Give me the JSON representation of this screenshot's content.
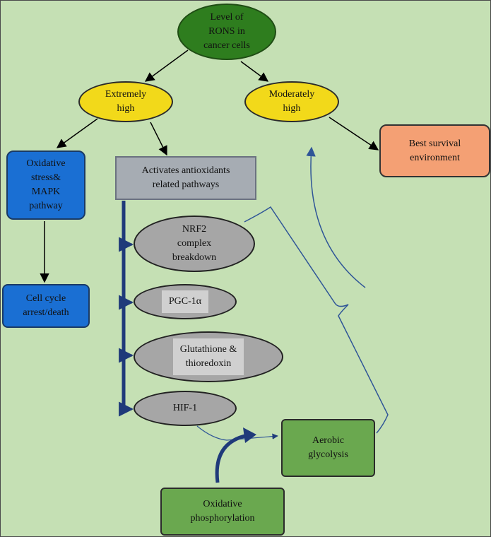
{
  "diagram": {
    "root": [
      "Level of",
      "RONS in",
      "cancer cells"
    ],
    "extremely_high": [
      "Extremely",
      "high"
    ],
    "moderately_high": [
      "Moderately",
      "high"
    ],
    "best_survival": [
      "Best survival",
      "environment"
    ],
    "oxidative_stress": [
      "Oxidative",
      "stress&",
      "MAPK",
      "pathway"
    ],
    "cell_cycle": [
      "Cell cycle",
      "arrest/death"
    ],
    "activates": [
      "Activates antioxidants",
      "related pathways"
    ],
    "nrf2": [
      "NRF2",
      "complex",
      "breakdown"
    ],
    "pgc": "PGC-1α",
    "glutathione": [
      "Glutathione &",
      "thioredoxin"
    ],
    "hif": "HIF-1",
    "aerobic": [
      "Aerobic",
      "glycolysis"
    ],
    "oxphos": [
      "Oxidative",
      "phosphorylation"
    ]
  },
  "colors": {
    "background": "#c5e0b4",
    "root_fill": "#2e7d1e",
    "yellow_fill": "#f2d91a",
    "orange_fill": "#f4a074",
    "blue_fill": "#1a6fd3",
    "grey_fill": "#a6a6a6",
    "green_fill": "#6aa84f",
    "navy_line": "#1f3a7a"
  }
}
